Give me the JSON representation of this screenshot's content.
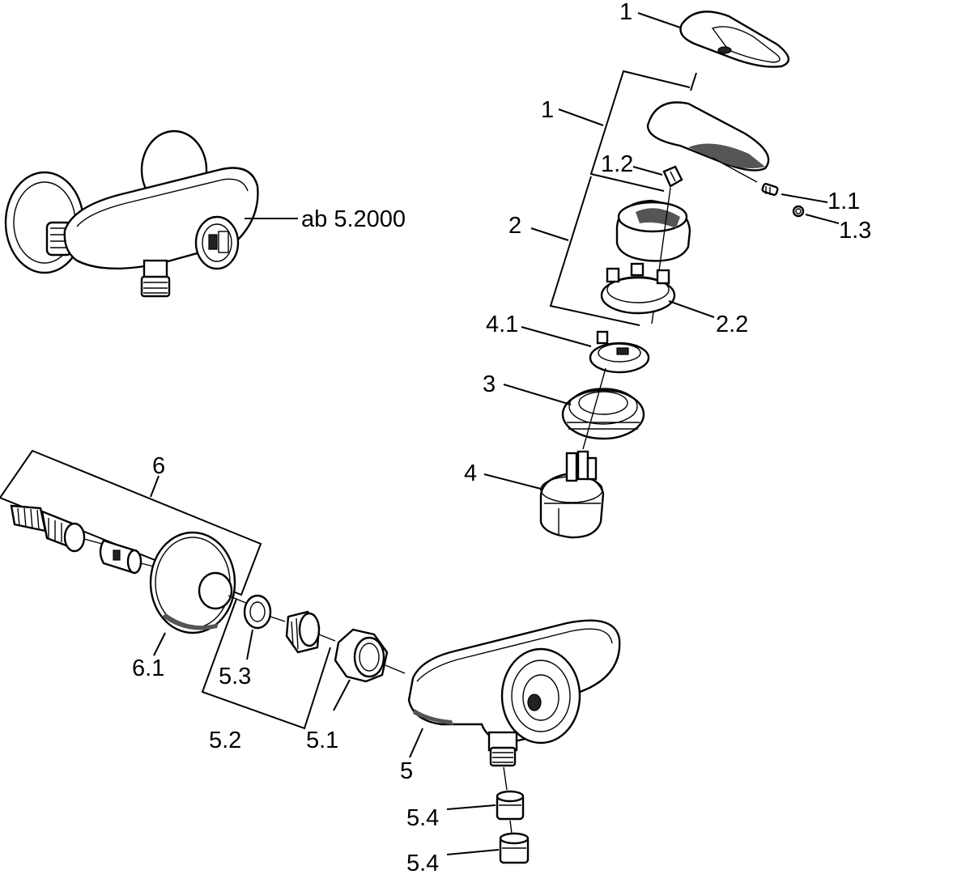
{
  "labels": {
    "handle_1_top": "1",
    "handle_1": "1",
    "set_screw_1_2": "1.2",
    "screw_1_1": "1.1",
    "cap_1_3": "1.3",
    "assembly_2": "2",
    "ring_2_2": "2.2",
    "ring_4_1": "4.1",
    "nut_3": "3",
    "cartridge_4": "4",
    "body_old": "ab 5.2000",
    "group_6": "6",
    "rosette_6_1": "6.1",
    "washer_5_3": "5.3",
    "group_5_2": "5.2",
    "union_nut_5_1": "5.1",
    "body_5": "5",
    "filter_5_4_a": "5.4",
    "filter_5_4_b": "5.4"
  }
}
